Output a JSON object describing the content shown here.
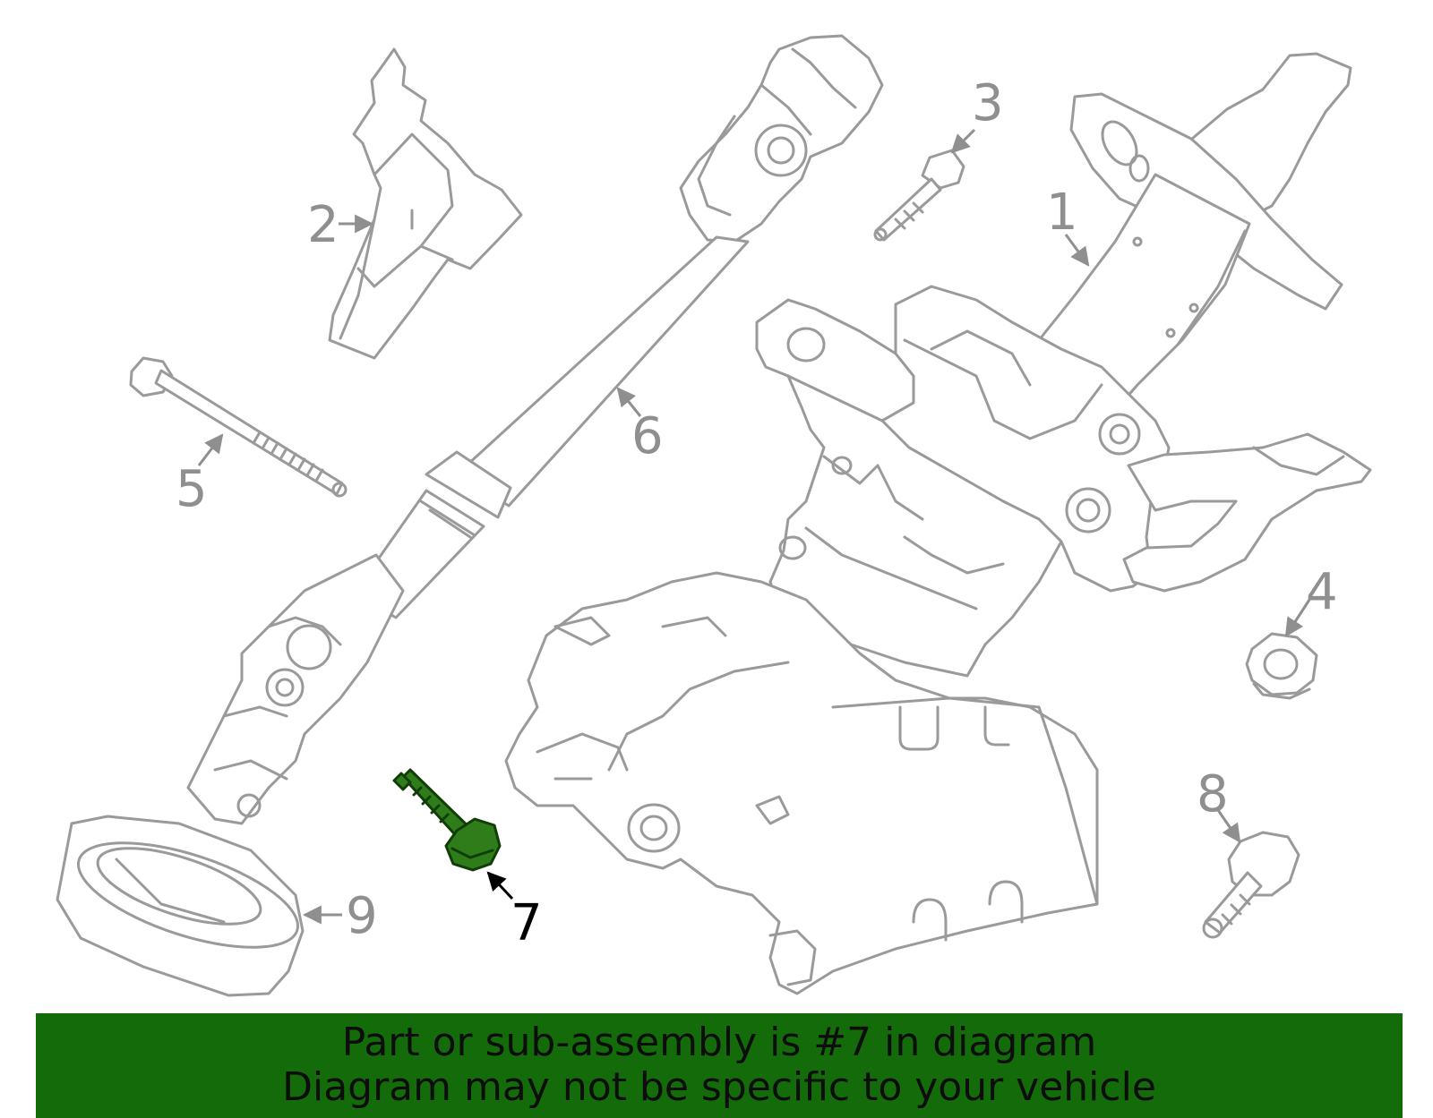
{
  "callouts": {
    "c1": "1",
    "c2": "2",
    "c3": "3",
    "c4": "4",
    "c5": "5",
    "c6": "6",
    "c7": "7",
    "c8": "8",
    "c9": "9"
  },
  "highlighted_part": "7",
  "colors": {
    "highlight": "#2e7d1a",
    "banner": "#136b0a",
    "line_art": "#9a9a9a"
  },
  "banner": {
    "line1": "Part or sub-assembly is #7 in diagram",
    "line2": "Diagram may not be specific to your vehicle"
  }
}
